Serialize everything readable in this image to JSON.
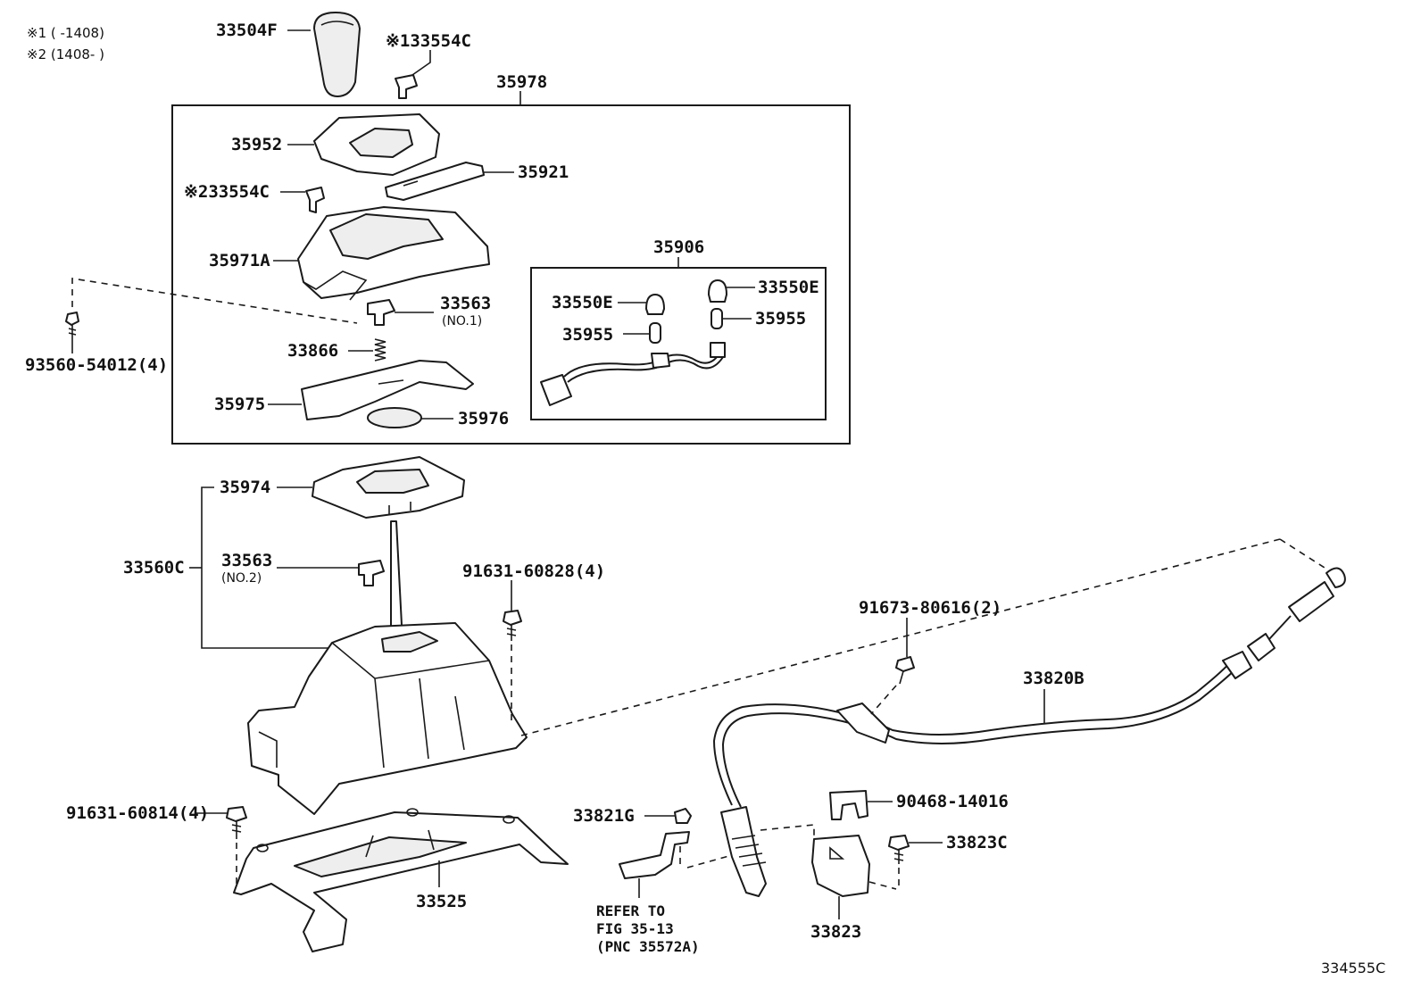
{
  "notes": {
    "note1": "※1 (     -1408)",
    "note2": "※2 (1408-      )"
  },
  "parts": {
    "p33504F": "33504F",
    "p33554C_1": "※133554C",
    "p35978": "35978",
    "p35952": "35952",
    "p35921": "35921",
    "p33554C_2": "※233554C",
    "p35971A": "35971A",
    "p33563_1": "33563",
    "p33563_1_sub": "(NO.1)",
    "p33866": "33866",
    "p35975": "35975",
    "p35976": "35976",
    "p93560": "93560-54012(4)",
    "p35906": "35906",
    "p33550E_l": "33550E",
    "p33550E_r": "33550E",
    "p35955_l": "35955",
    "p35955_r": "35955",
    "p35974": "35974",
    "p33560C": "33560C",
    "p33563_2": "33563",
    "p33563_2_sub": "(NO.2)",
    "p91631_828": "91631-60828(4)",
    "p91673": "91673-80616(2)",
    "p33820B": "33820B",
    "p91631_814": "91631-60814(4)",
    "p33525": "33525",
    "p33821G": "33821G",
    "p90468": "90468-14016",
    "p33823C": "33823C",
    "p33823": "33823"
  },
  "reference": {
    "line1": "REFER TO",
    "line2": "FIG 35-13",
    "line3": "(PNC 35572A)"
  },
  "diagram_code": "334555C"
}
